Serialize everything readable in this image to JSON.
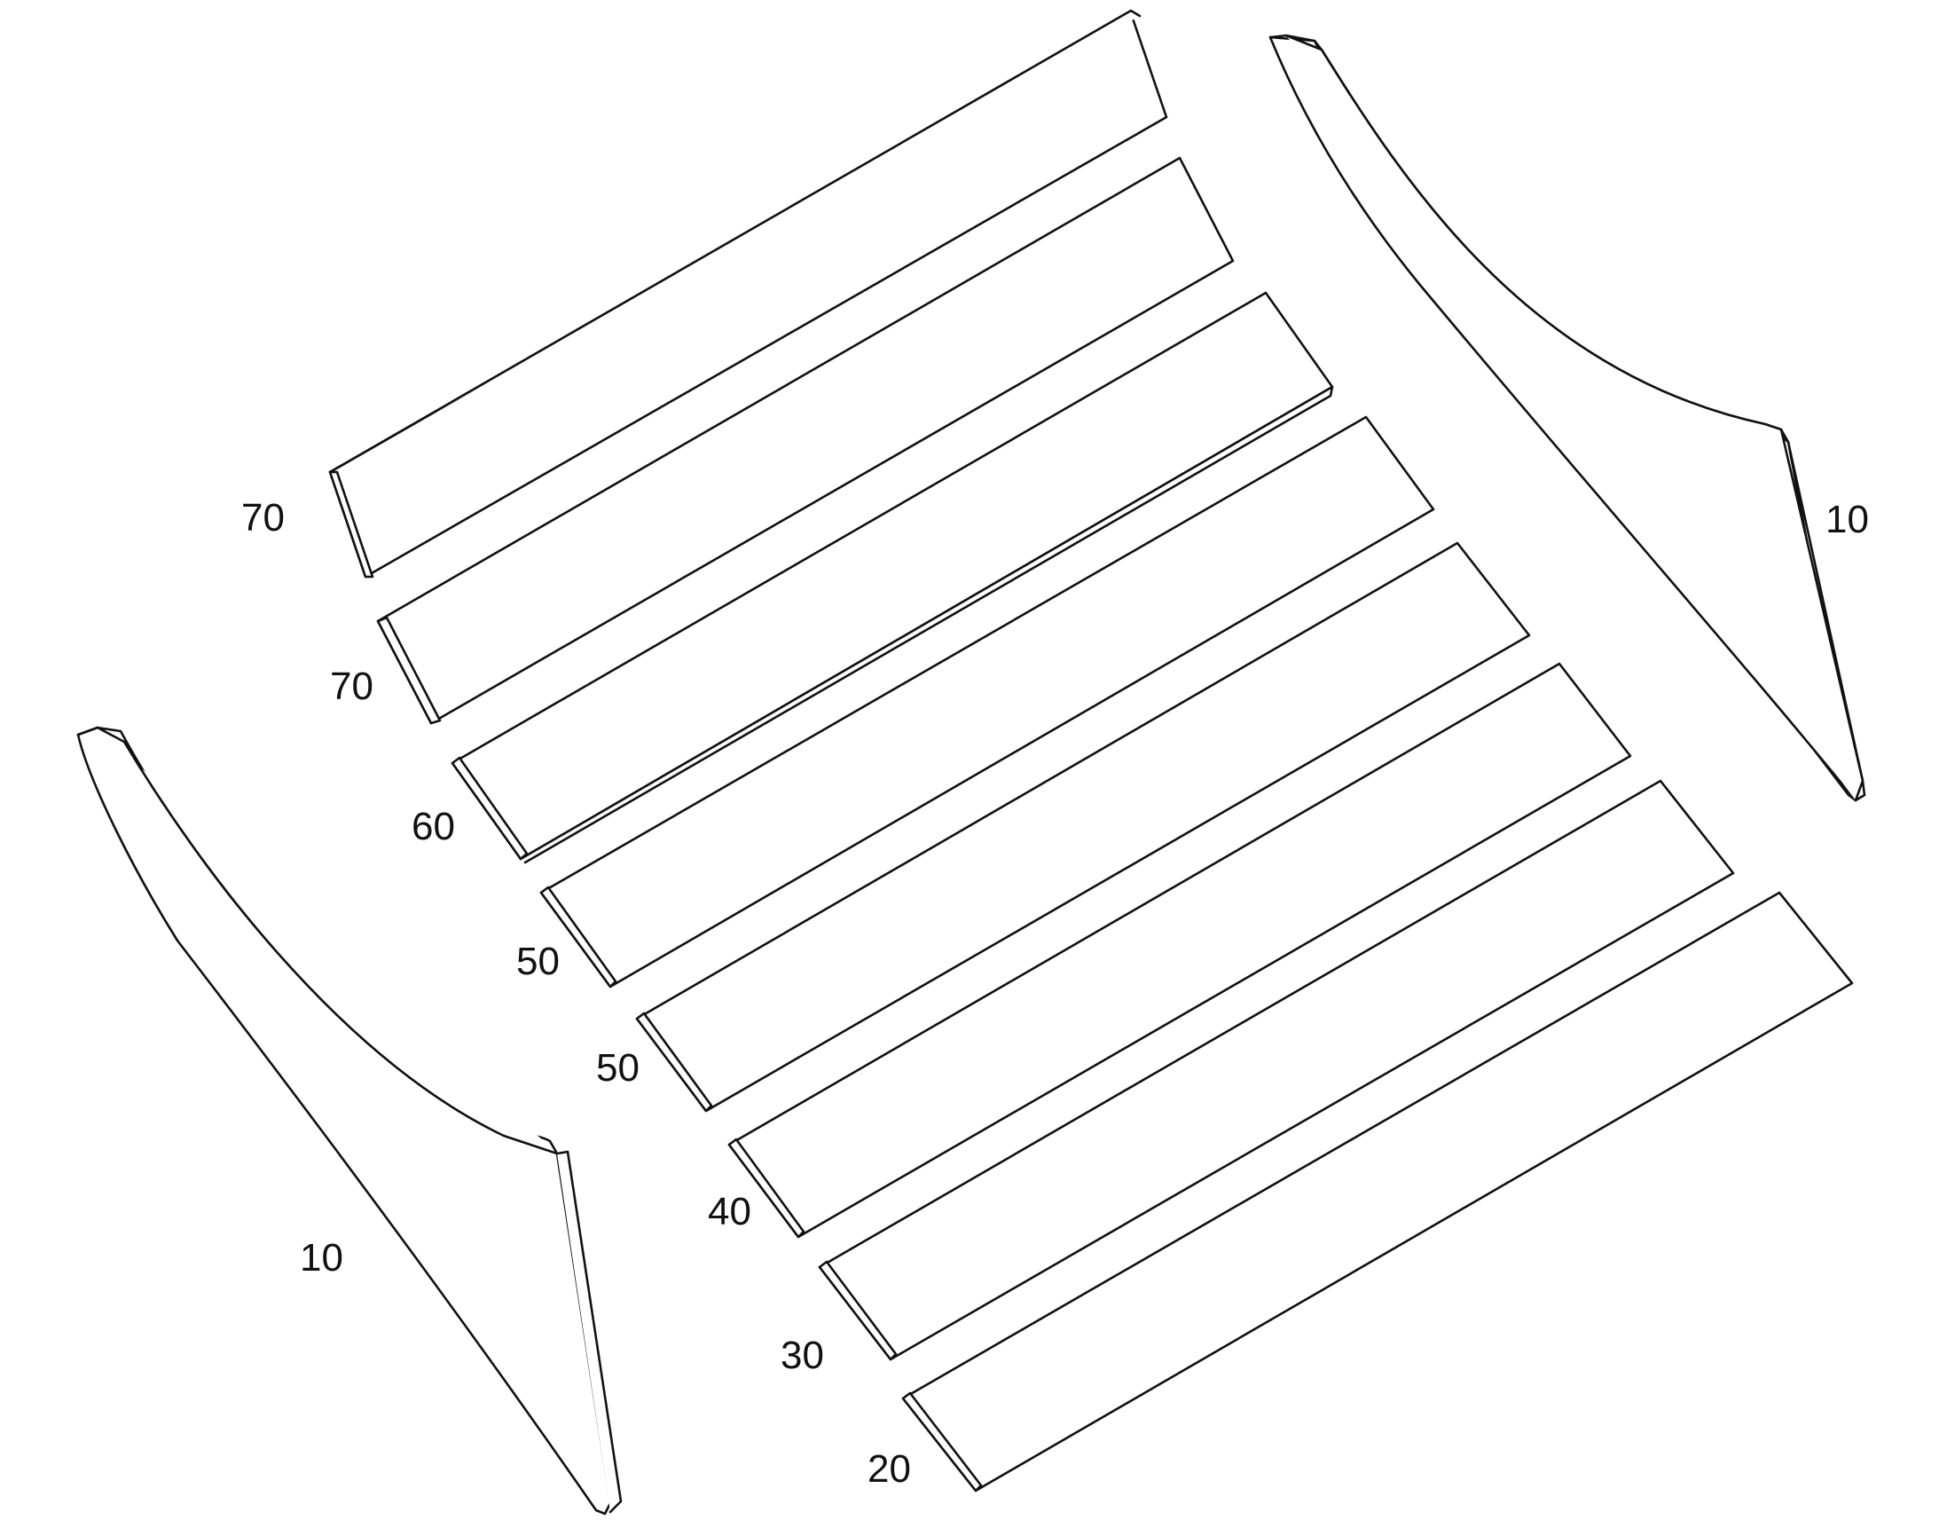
{
  "labels": {
    "side_left": "10",
    "side_right": "10",
    "slat_1": "70",
    "slat_2": "70",
    "slat_3": "60",
    "slat_4": "50",
    "slat_5": "50",
    "slat_6": "40",
    "slat_7": "30",
    "slat_8": "20"
  },
  "colors": {
    "line": "#111111",
    "background": "#ffffff"
  }
}
